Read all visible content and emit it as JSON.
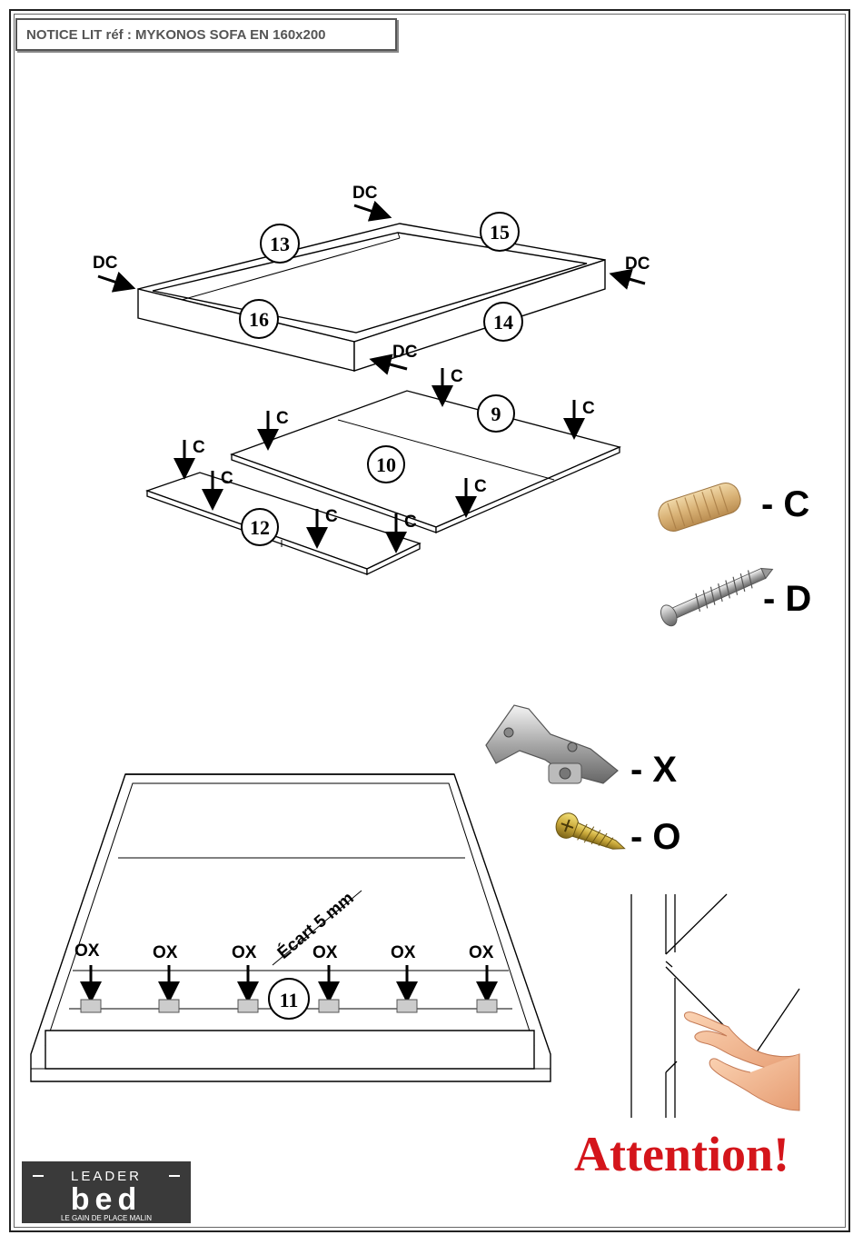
{
  "header": {
    "title": "NOTICE LIT réf : MYKONOS SOFA EN 160x200"
  },
  "top_diagram": {
    "frame_parts": [
      "13",
      "15",
      "16",
      "14"
    ],
    "panel_parts": [
      "9",
      "10",
      "12"
    ],
    "dc_label": "DC",
    "c_label": "C"
  },
  "hardware_legend": [
    {
      "id": "C",
      "label": "- C",
      "icon": "wooden-dowel-icon"
    },
    {
      "id": "D",
      "label": "- D",
      "icon": "cam-screw-icon"
    },
    {
      "id": "X",
      "label": "- X",
      "icon": "hinge-icon"
    },
    {
      "id": "O",
      "label": "- O",
      "icon": "wood-screw-icon"
    }
  ],
  "bottom_diagram": {
    "part": "11",
    "ox_label": "OX",
    "gap_note": "Écart 5 mm"
  },
  "warning": {
    "text": "Attention!",
    "icon": "pinch-hand-icon",
    "color": "#d4151b"
  },
  "logo": {
    "top": "LEADER",
    "main": "bed",
    "tagline": "LE GAIN DE PLACE MALIN"
  }
}
